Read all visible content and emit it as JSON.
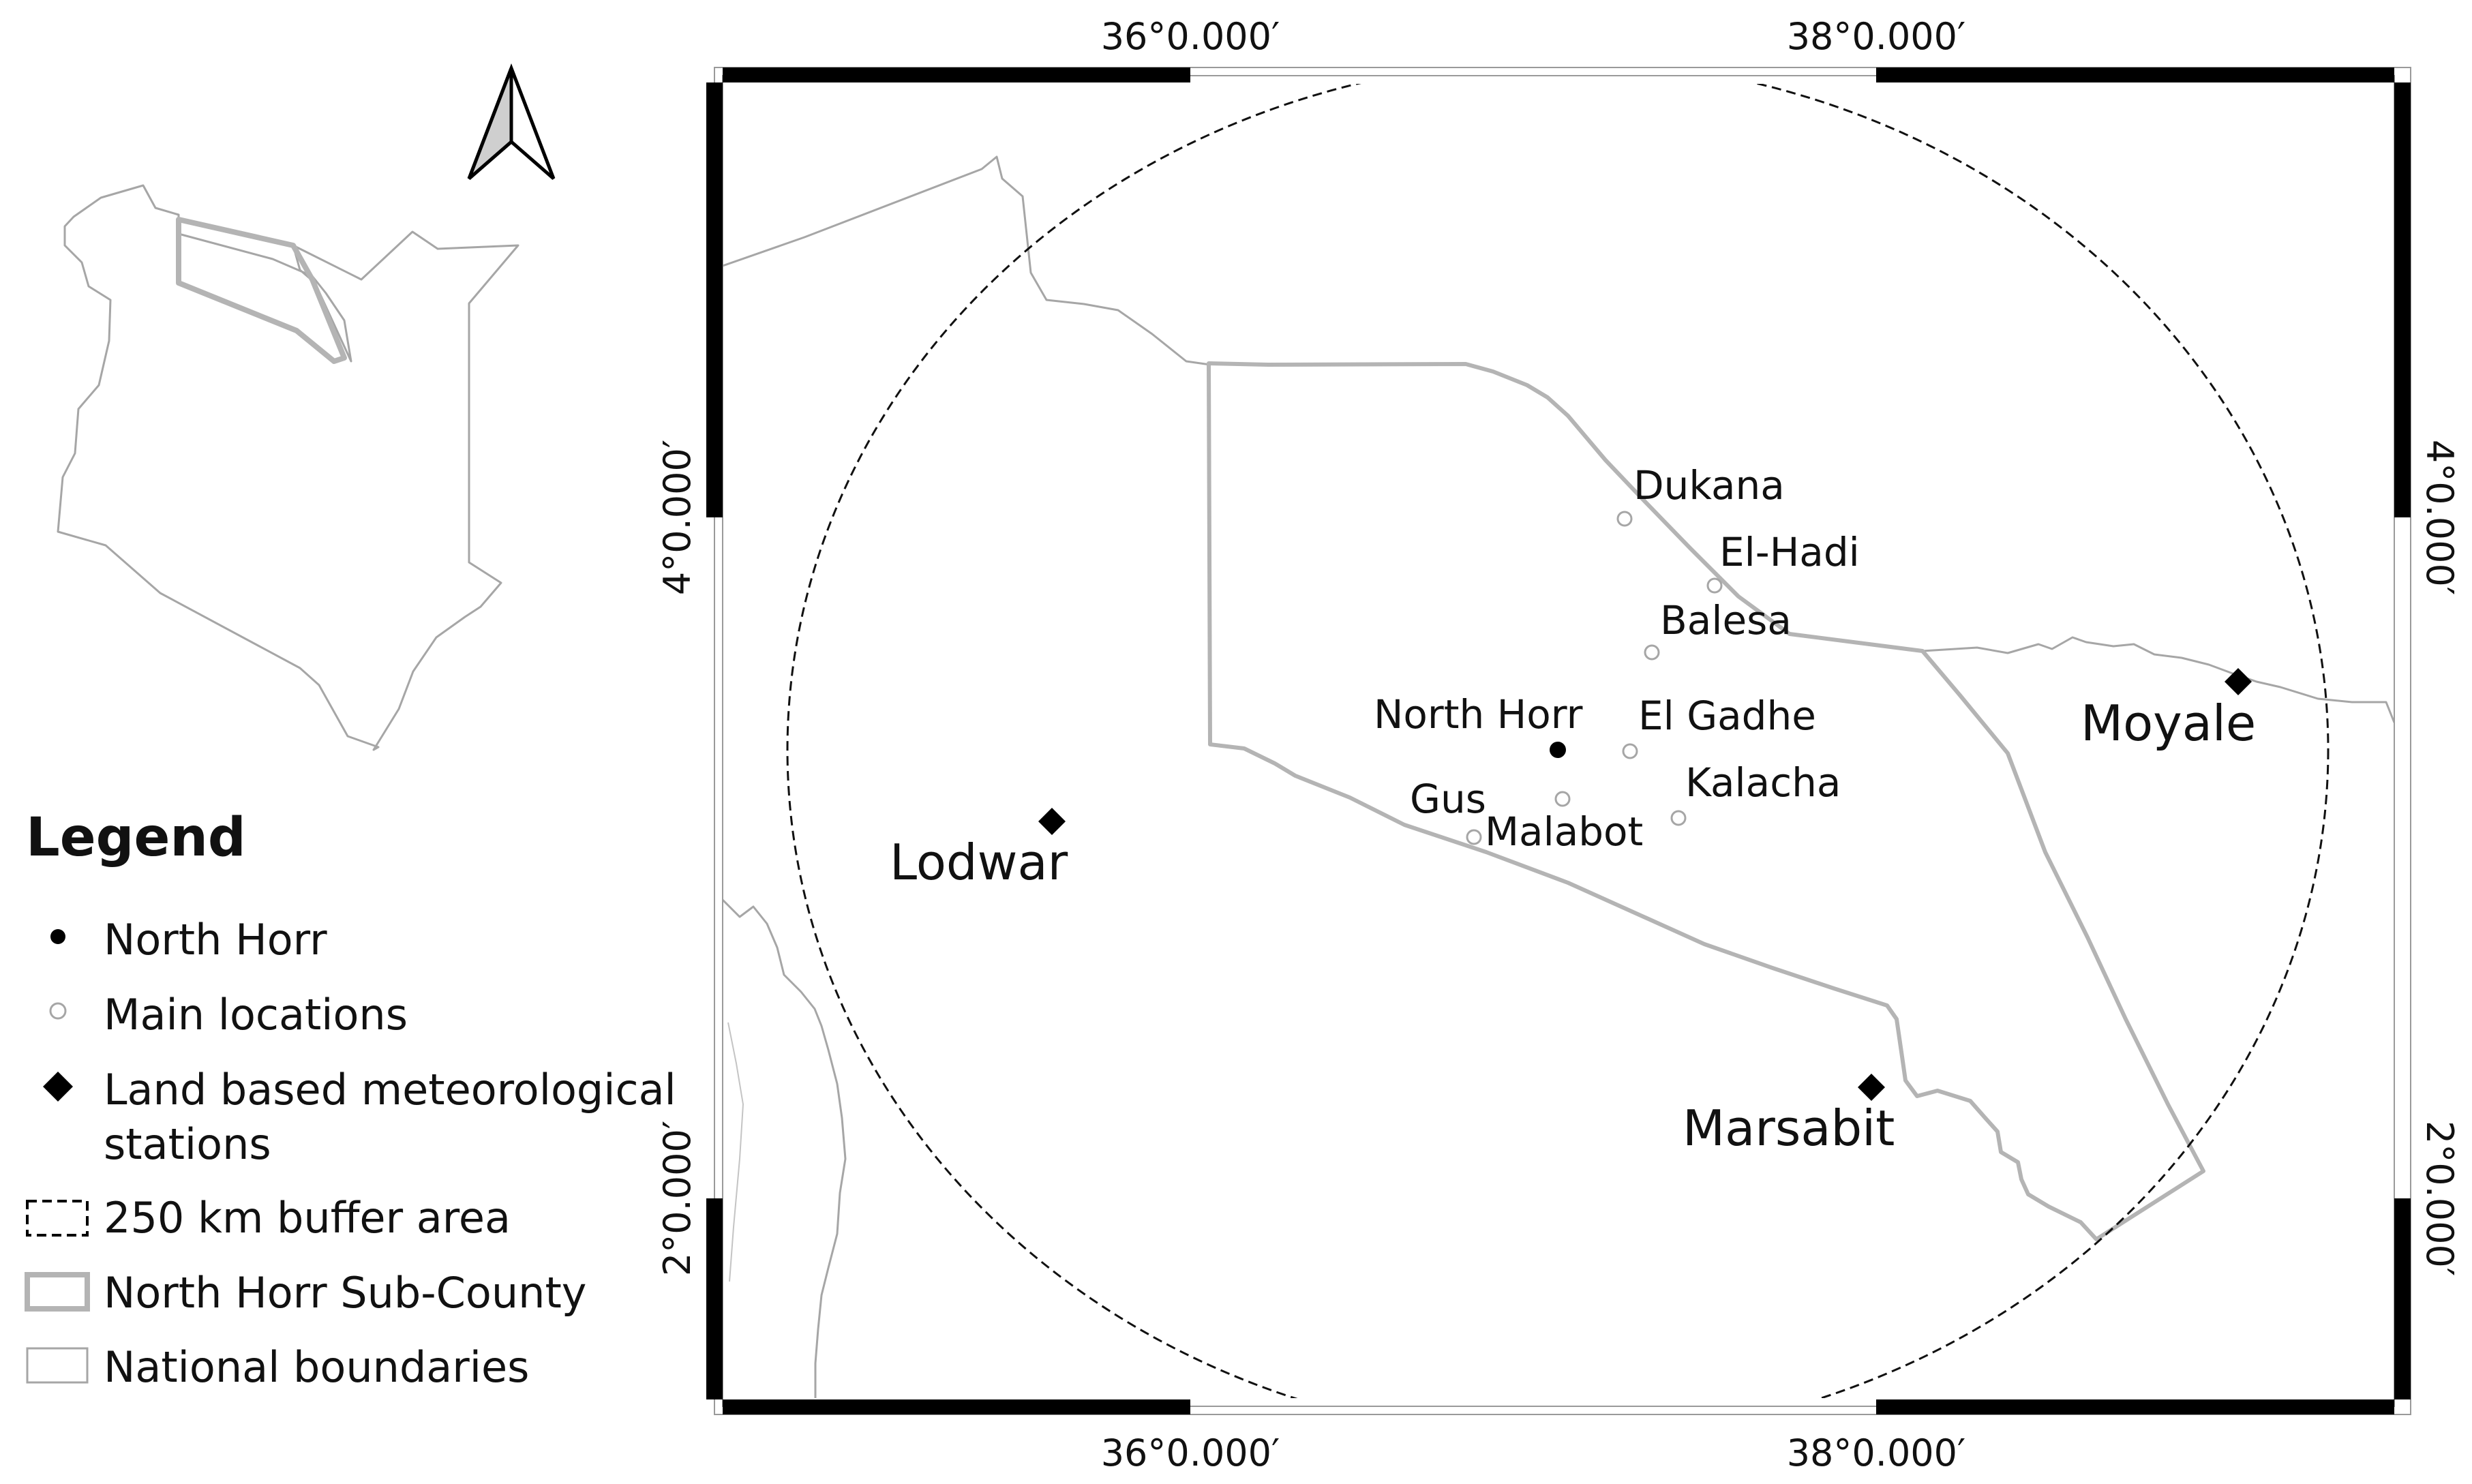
{
  "colors": {
    "background": "#ffffff",
    "frame_black": "#000000",
    "boundary_gray": "#a6a6a6",
    "subcounty_gray": "#b4b4b4",
    "text": "#111111"
  },
  "graticule": {
    "top": [
      "36°0.000′",
      "38°0.000′"
    ],
    "bottom": [
      "36°0.000′",
      "38°0.000′"
    ],
    "left": [
      "4°0.000′",
      "2°0.000′"
    ],
    "right": [
      "4°0.000′",
      "2°0.000′"
    ]
  },
  "north_arrow": {
    "icon": "north-arrow-icon"
  },
  "legend": {
    "title": "Legend",
    "items": [
      {
        "label": "North Horr",
        "symbol": "filled-dot-icon"
      },
      {
        "label": "Main locations",
        "symbol": "hollow-circle-icon"
      },
      {
        "label_line1": "Land based meteorological",
        "label_line2": "stations",
        "symbol": "diamond-icon"
      },
      {
        "label": "250 km buffer area",
        "symbol": "dashed-rect-icon"
      },
      {
        "label": "North Horr Sub-County",
        "symbol": "gray-thick-rect-icon"
      },
      {
        "label": "National boundaries",
        "symbol": "gray-thin-rect-icon"
      }
    ]
  },
  "places": {
    "north_horr": "North Horr",
    "dukana": "Dukana",
    "el_hadi": "El-Hadi",
    "balesa": "Balesa",
    "el_gadhe": "El Gadhe",
    "kalacha": "Kalacha",
    "gus": "Gus",
    "malabot": "Malabot"
  },
  "stations": {
    "lodwar": "Lodwar",
    "moyale": "Moyale",
    "marsabit": "Marsabit"
  }
}
